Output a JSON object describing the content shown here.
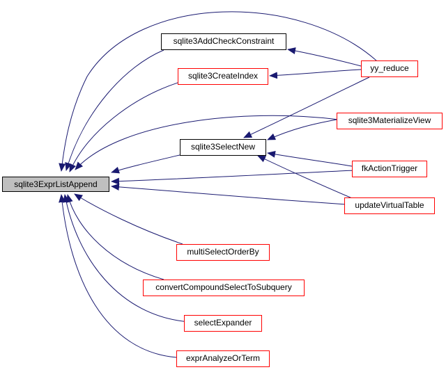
{
  "diagram": {
    "type": "call-graph",
    "root": {
      "id": "root",
      "label": "sqlite3ExprListAppend"
    },
    "nodes": [
      {
        "id": "addcheck",
        "label": "sqlite3AddCheckConstraint",
        "border": "black"
      },
      {
        "id": "createindex",
        "label": "sqlite3CreateIndex",
        "border": "red"
      },
      {
        "id": "selectnew",
        "label": "sqlite3SelectNew",
        "border": "black"
      },
      {
        "id": "yyreduce",
        "label": "yy_reduce",
        "border": "red"
      },
      {
        "id": "matview",
        "label": "sqlite3MaterializeView",
        "border": "red"
      },
      {
        "id": "fkaction",
        "label": "fkActionTrigger",
        "border": "red"
      },
      {
        "id": "updvt",
        "label": "updateVirtualTable",
        "border": "red"
      },
      {
        "id": "multisel",
        "label": "multiSelectOrderBy",
        "border": "red"
      },
      {
        "id": "convcomp",
        "label": "convertCompoundSelectToSubquery",
        "border": "red"
      },
      {
        "id": "selexp",
        "label": "selectExpander",
        "border": "red"
      },
      {
        "id": "exprana",
        "label": "exprAnalyzeOrTerm",
        "border": "red"
      }
    ],
    "edges": [
      {
        "from": "addcheck",
        "to": "root"
      },
      {
        "from": "createindex",
        "to": "root"
      },
      {
        "from": "selectnew",
        "to": "root"
      },
      {
        "from": "yyreduce",
        "to": "root"
      },
      {
        "from": "matview",
        "to": "root"
      },
      {
        "from": "fkaction",
        "to": "root"
      },
      {
        "from": "updvt",
        "to": "root"
      },
      {
        "from": "multisel",
        "to": "root"
      },
      {
        "from": "convcomp",
        "to": "root"
      },
      {
        "from": "selexp",
        "to": "root"
      },
      {
        "from": "exprana",
        "to": "root"
      },
      {
        "from": "yyreduce",
        "to": "addcheck"
      },
      {
        "from": "yyreduce",
        "to": "createindex"
      },
      {
        "from": "yyreduce",
        "to": "selectnew"
      },
      {
        "from": "matview",
        "to": "selectnew"
      },
      {
        "from": "fkaction",
        "to": "selectnew"
      },
      {
        "from": "updvt",
        "to": "selectnew"
      }
    ],
    "colors": {
      "edge": "#191970",
      "node_border_red": "#ff0000",
      "node_border_black": "#000000",
      "root_fill": "#bfbfbf"
    }
  }
}
